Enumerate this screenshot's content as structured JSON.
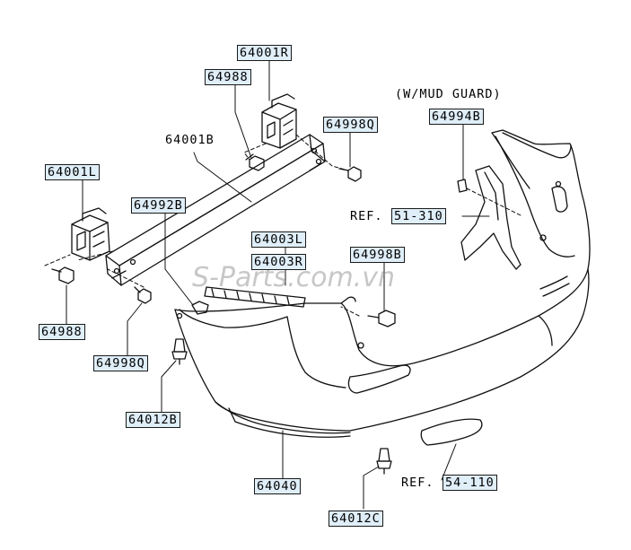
{
  "labels": {
    "p64001R": "64001R",
    "p64988_top": "64988",
    "p64001B": "64001B",
    "p64001L": "64001L",
    "p64998Q_top": "64998Q",
    "mud_guard_note": "(W/MUD GUARD)",
    "p64994B": "64994B",
    "ref_51_310_prefix": "REF.",
    "ref_51_310": "51-310",
    "p64992B": "64992B",
    "p64003L": "64003L",
    "p64003R": "64003R",
    "p64998B": "64998B",
    "p64988_left": "64988",
    "p64998Q_left": "64998Q",
    "p64012B": "64012B",
    "p64040": "64040",
    "ref_54_110_prefix": "REF.",
    "ref_54_110": "54-110",
    "p64012C": "64012C"
  },
  "watermark": "S-Parts.com.vn"
}
